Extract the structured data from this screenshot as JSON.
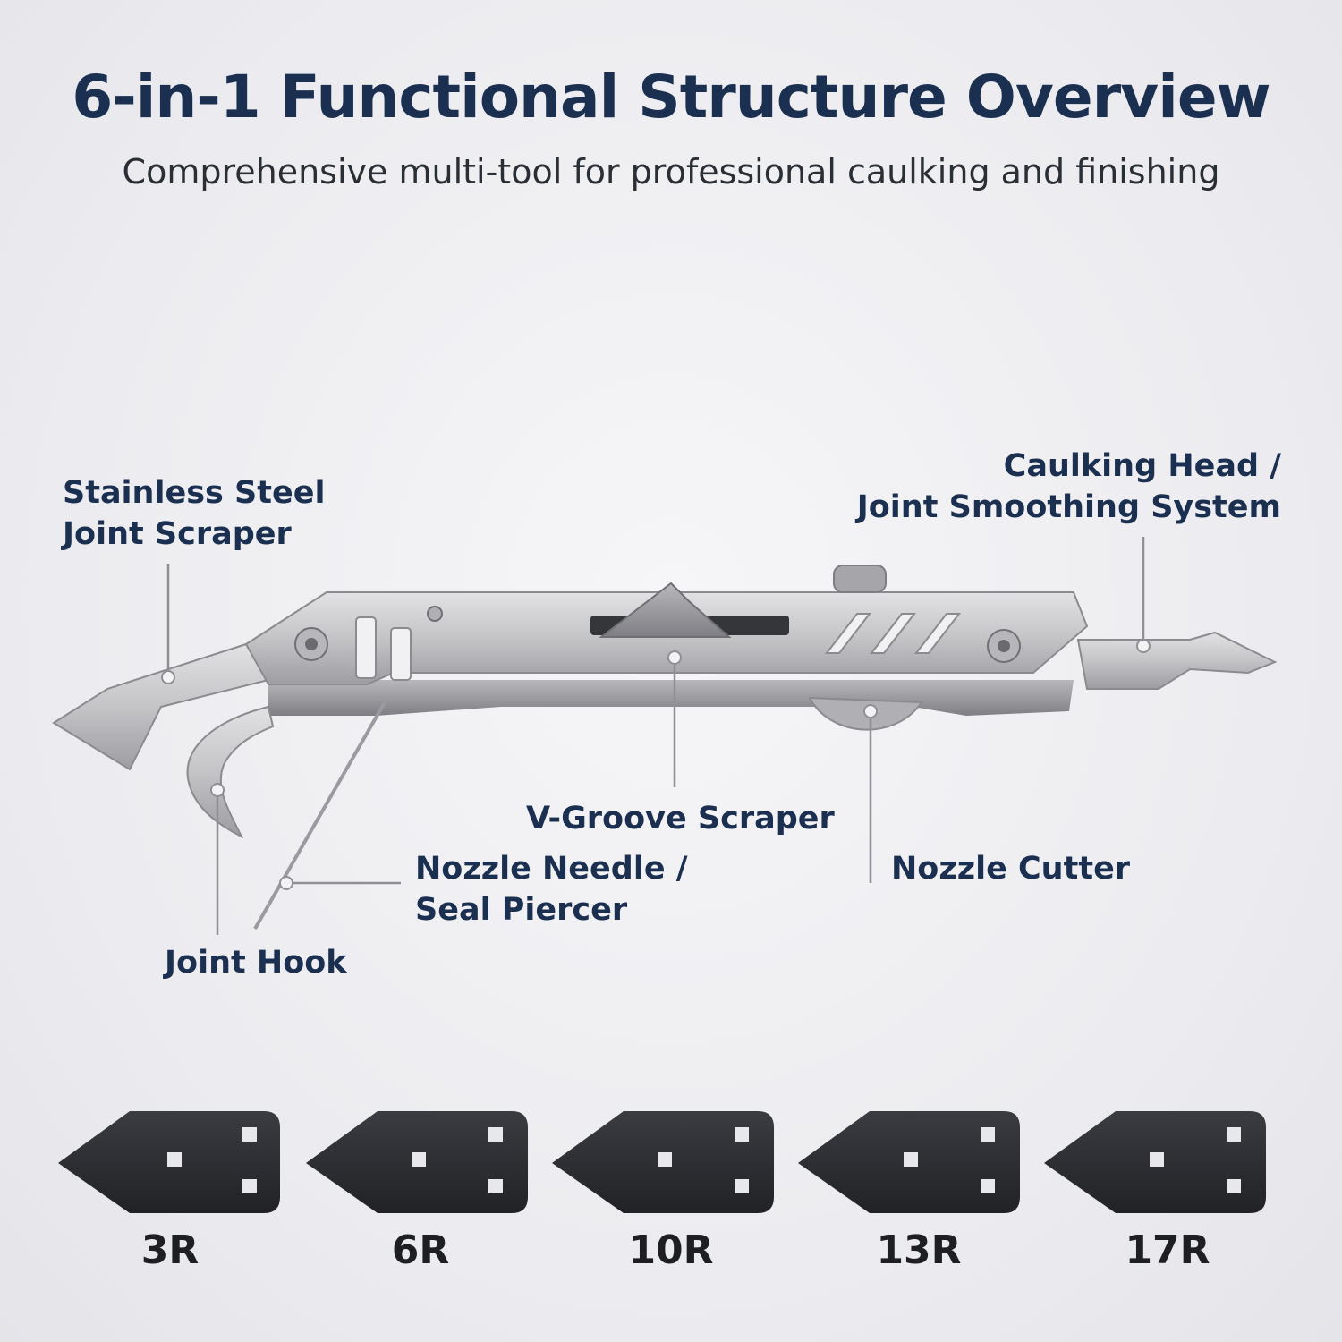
{
  "header": {
    "title": "6-in-1 Functional Structure Overview",
    "subtitle": "Comprehensive multi-tool for professional caulking and finishing"
  },
  "callouts": {
    "scraper": [
      "Stainless Steel",
      "Joint Scraper"
    ],
    "caulking_head": [
      "Caulking Head /",
      "Joint Smoothing System"
    ],
    "v_groove": "V-Groove Scraper",
    "nozzle_needle": [
      "Nozzle Needle /",
      "Seal Piercer"
    ],
    "nozzle_cutter": "Nozzle Cutter",
    "joint_hook": "Joint Hook"
  },
  "tips": [
    "3R",
    "6R",
    "10R",
    "13R",
    "17R"
  ],
  "colors": {
    "title": "#1b3050",
    "steel": "#c9c9cc",
    "tip": "#2a2c30"
  }
}
